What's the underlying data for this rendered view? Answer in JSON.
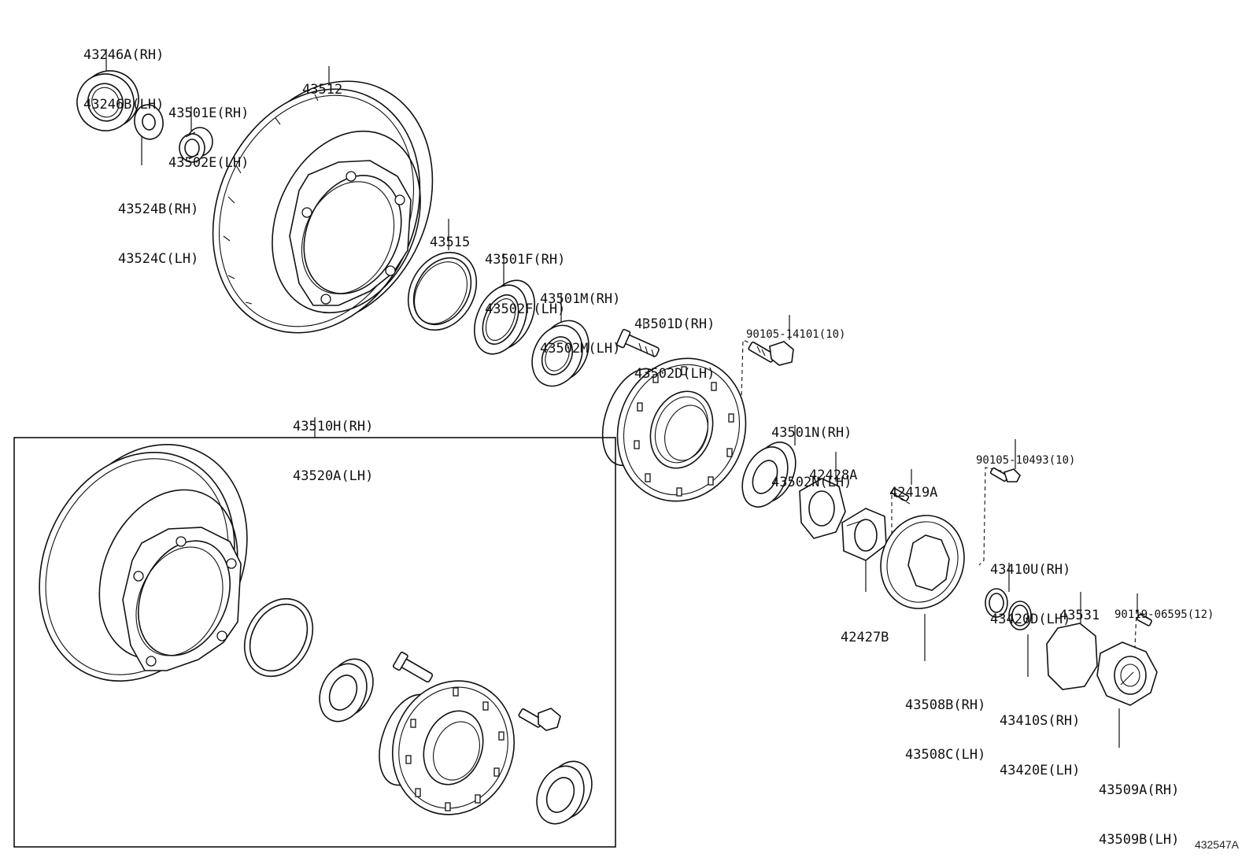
{
  "labels": {
    "seal_outer": [
      "43246A(RH)",
      "43246B(LH)"
    ],
    "rotor": [
      "43512"
    ],
    "bearing_inner_small": [
      "43501E(RH)",
      "43502E(LH)"
    ],
    "washer": [
      "43524B(RH)",
      "43524C(LH)"
    ],
    "ring_43515": [
      "43515"
    ],
    "seal_f": [
      "43501F(RH)",
      "43502F(LH)"
    ],
    "bearing_m": [
      "43501M(RH)",
      "43502M(LH)"
    ],
    "hub_d": [
      "43501D(RH)",
      "43502D(LH)"
    ],
    "bolt_14101": [
      "90105-14101(10)"
    ],
    "assembly": [
      "43510H(RH)",
      "43520A(LH)"
    ],
    "bearing_n": [
      "43501N(RH)",
      "43502N(LH)"
    ],
    "plate_42428a": [
      "42428A"
    ],
    "screw_42419a": [
      "42419A"
    ],
    "bolt_10493": [
      "90105-10493(10)"
    ],
    "ring_43410u": [
      "43410U(RH)",
      "43420D(LH)"
    ],
    "gasket_43531": [
      "43531"
    ],
    "bolt_06595": [
      "90119-06595(12)"
    ],
    "lock_42427b": [
      "42427B"
    ],
    "flange_43508": [
      "43508B(RH)",
      "43508C(LH)"
    ],
    "snap_43410s": [
      "43410S(RH)",
      "43420E(LH)"
    ],
    "hubcap_43509": [
      "43509A(RH)",
      "43509B(LH)"
    ]
  },
  "reference": "432547A"
}
